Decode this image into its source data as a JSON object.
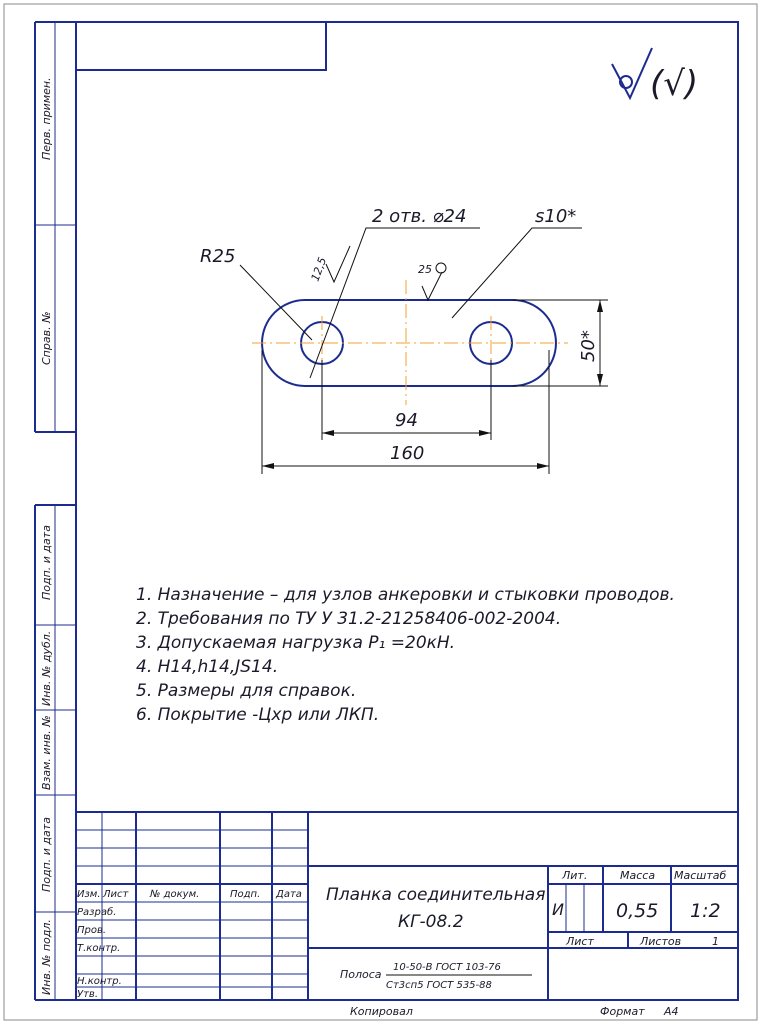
{
  "colors": {
    "frame": "#1c2b8f",
    "text": "#1a1a2a",
    "center_line": "#f0a030",
    "part_outline": "#1c2b8f"
  },
  "side_labels": [
    "Перв. примен.",
    "Справ. №",
    "Подп. и дата",
    "Инв. № дубл.",
    "Взам. инв. №",
    "Подп. и дата",
    "Инв. № подл."
  ],
  "roughness": {
    "main": "(√)"
  },
  "drawing": {
    "holes_label": "2 отв. ⌀24",
    "thickness_label": "s10*",
    "radius_label": "R25",
    "roughness_hole": "12,5",
    "roughness_face": "25",
    "dim_hole_spacing": "94",
    "dim_length": "160",
    "dim_width": "50*"
  },
  "notes": [
    "1. Назначение – для узлов анкеровки и стыковки проводов.",
    "2. Требования по ТУ У 31.2-21258406-002-2004.",
    "3. Допускаемая нагрузка Р₁ =20кН.",
    "4. Н14,h14,JS14.",
    "5. Размеры для справок.",
    "6. Покрытие -Цхр или ЛКП."
  ],
  "title_block": {
    "col_izm": "Изм.",
    "col_list": "Лист",
    "col_doc": "№ докум.",
    "col_sign": "Подп.",
    "col_date": "Дата",
    "row_razrab": "Разраб.",
    "row_prov": "Пров.",
    "row_tkontr": "Т.контр.",
    "row_nkontr": "Н.контр.",
    "row_utv": "Утв.",
    "name_line1": "Планка соединительная",
    "name_line2": "КГ-08.2",
    "lit_header": "Лит.",
    "mass_header": "Масса",
    "scale_header": "Масштаб",
    "lit_value": "И",
    "mass_value": "0,55",
    "scale_value": "1:2",
    "sheet_label": "Лист",
    "sheets_label": "Листов",
    "sheets_value": "1",
    "material_prefix": "Полоса",
    "material_line1": "10-50-В ГОСТ 103-76",
    "material_line2": "Ст3сп5 ГОСТ 535-88"
  },
  "footer": {
    "copied": "Копировал",
    "format_label": "Формат",
    "format_value": "А4"
  }
}
